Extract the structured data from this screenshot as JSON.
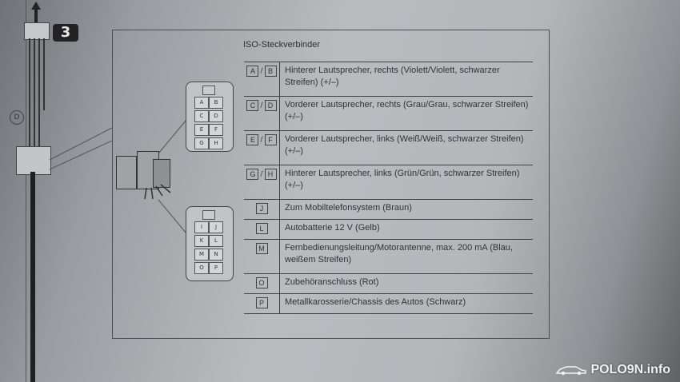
{
  "step_badge": "3",
  "diagram_label_d": "D",
  "section_title": "ISO-Steckverbinder",
  "connector_top_pins": [
    "A",
    "B",
    "C",
    "D",
    "E",
    "F",
    "G",
    "H"
  ],
  "connector_bottom_pins": [
    "I",
    "J",
    "K",
    "L",
    "M",
    "N",
    "O",
    "P"
  ],
  "rows": [
    {
      "keys": [
        "A",
        "B"
      ],
      "text": "Hinterer Lautsprecher, rechts (Violett/Violett, schwarzer Streifen) (+/–)"
    },
    {
      "keys": [
        "C",
        "D"
      ],
      "text": "Vorderer Lautsprecher, rechts (Grau/Grau, schwarzer Streifen) (+/–)"
    },
    {
      "keys": [
        "E",
        "F"
      ],
      "text": "Vorderer Lautsprecher, links (Weiß/Weiß, schwarzer Streifen) (+/–)"
    },
    {
      "keys": [
        "G",
        "H"
      ],
      "text": "Hinterer Lautsprecher, links (Grün/Grün, schwarzer Streifen) (+/–)"
    },
    {
      "keys": [
        "J"
      ],
      "text": "Zum Mobiltelefonsystem (Braun)"
    },
    {
      "keys": [
        "L"
      ],
      "text": "Autobatterie 12 V (Gelb)"
    },
    {
      "keys": [
        "M"
      ],
      "text": "Fernbedienungsleitung/Motorantenne, max. 200 mA (Blau, weißem Streifen)"
    },
    {
      "keys": [
        "O"
      ],
      "text": "Zubehöranschluss (Rot)"
    },
    {
      "keys": [
        "P"
      ],
      "text": "Metallkarosserie/Chassis des Autos (Schwarz)"
    }
  ],
  "watermark": "POLO9N.info",
  "icons": {
    "car": "car-silhouette-icon",
    "arrow": "arrow-up-icon"
  }
}
